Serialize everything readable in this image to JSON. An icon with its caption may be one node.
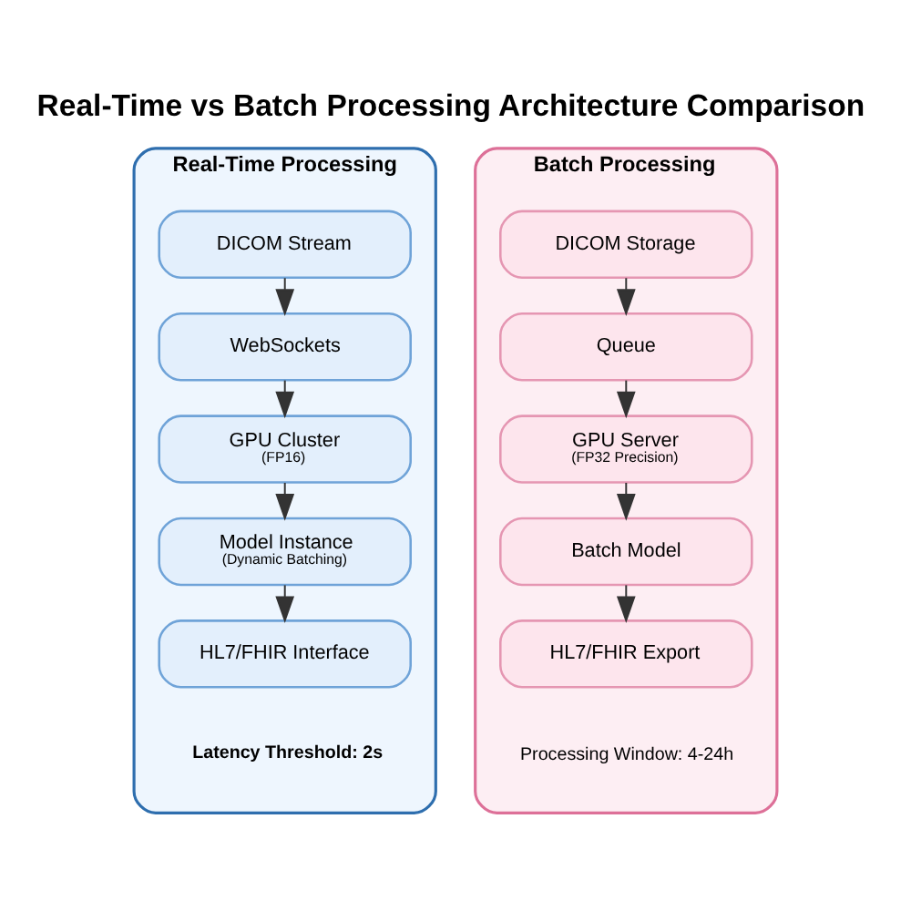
{
  "diagram": {
    "title": "Real-Time vs Batch Processing Architecture Comparison",
    "nodes": [
      {
        "text": [
          "Real-Time Processing",
          "Latency Threshold: 2s"
        ]
      },
      {
        "text": [
          "DICOM Stream"
        ],
        "in": 0
      },
      {
        "text": [
          "WebSockets"
        ],
        "in": 0
      },
      {
        "text": [
          "GPU Cluster",
          "(FP16)"
        ],
        "in": 0
      },
      {
        "text": [
          "Model Instance",
          "(Dynamic Batching)"
        ],
        "in": 0
      },
      {
        "text": [
          "HL7/FHIR Interface"
        ],
        "in": 0
      },
      {
        "text": [
          "Batch Processing",
          "Processing Window: 4-24h"
        ]
      },
      {
        "text": [
          "DICOM Storage"
        ],
        "in": 6
      },
      {
        "text": [
          "Queue"
        ],
        "in": 6
      },
      {
        "text": [
          "GPU Server",
          "(FP32 Precision)"
        ],
        "in": 6
      },
      {
        "text": [
          "Batch Model"
        ],
        "in": 6
      },
      {
        "text": [
          "HL7/FHIR Export"
        ],
        "in": 6
      }
    ],
    "edges": [
      {
        "from": 1,
        "to": 2,
        "arrow": "to"
      },
      {
        "from": 2,
        "to": 3,
        "arrow": "to"
      },
      {
        "from": 3,
        "to": 4,
        "arrow": "to"
      },
      {
        "from": 4,
        "to": 5,
        "arrow": "to"
      },
      {
        "from": 7,
        "to": 8,
        "arrow": "to"
      },
      {
        "from": 8,
        "to": 9,
        "arrow": "to"
      },
      {
        "from": 9,
        "to": 10,
        "arrow": "to"
      },
      {
        "from": 10,
        "to": 11,
        "arrow": "to"
      }
    ]
  }
}
